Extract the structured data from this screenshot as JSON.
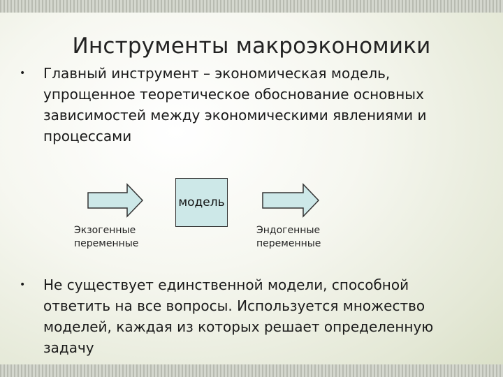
{
  "slide": {
    "title": "Инструменты макроэкономики",
    "bullets": [
      {
        "marker": "•",
        "text": "Главный инструмент – экономическая модель, упрощенное теоретическое обоснование основных зависимостей между экономическими явлениями и процессами"
      },
      {
        "marker": "•",
        "text": "Не существует единственной модели, способной ответить на все вопросы. Используется множество моделей, каждая из которых решает определенную задачу"
      }
    ]
  },
  "diagram": {
    "model_label": "модель",
    "input_label": [
      "Экзогенные",
      "переменные"
    ],
    "output_label": [
      "Эндогенные",
      "переменные"
    ],
    "colors": {
      "fill": "#cde8e8",
      "stroke": "#333333"
    }
  }
}
